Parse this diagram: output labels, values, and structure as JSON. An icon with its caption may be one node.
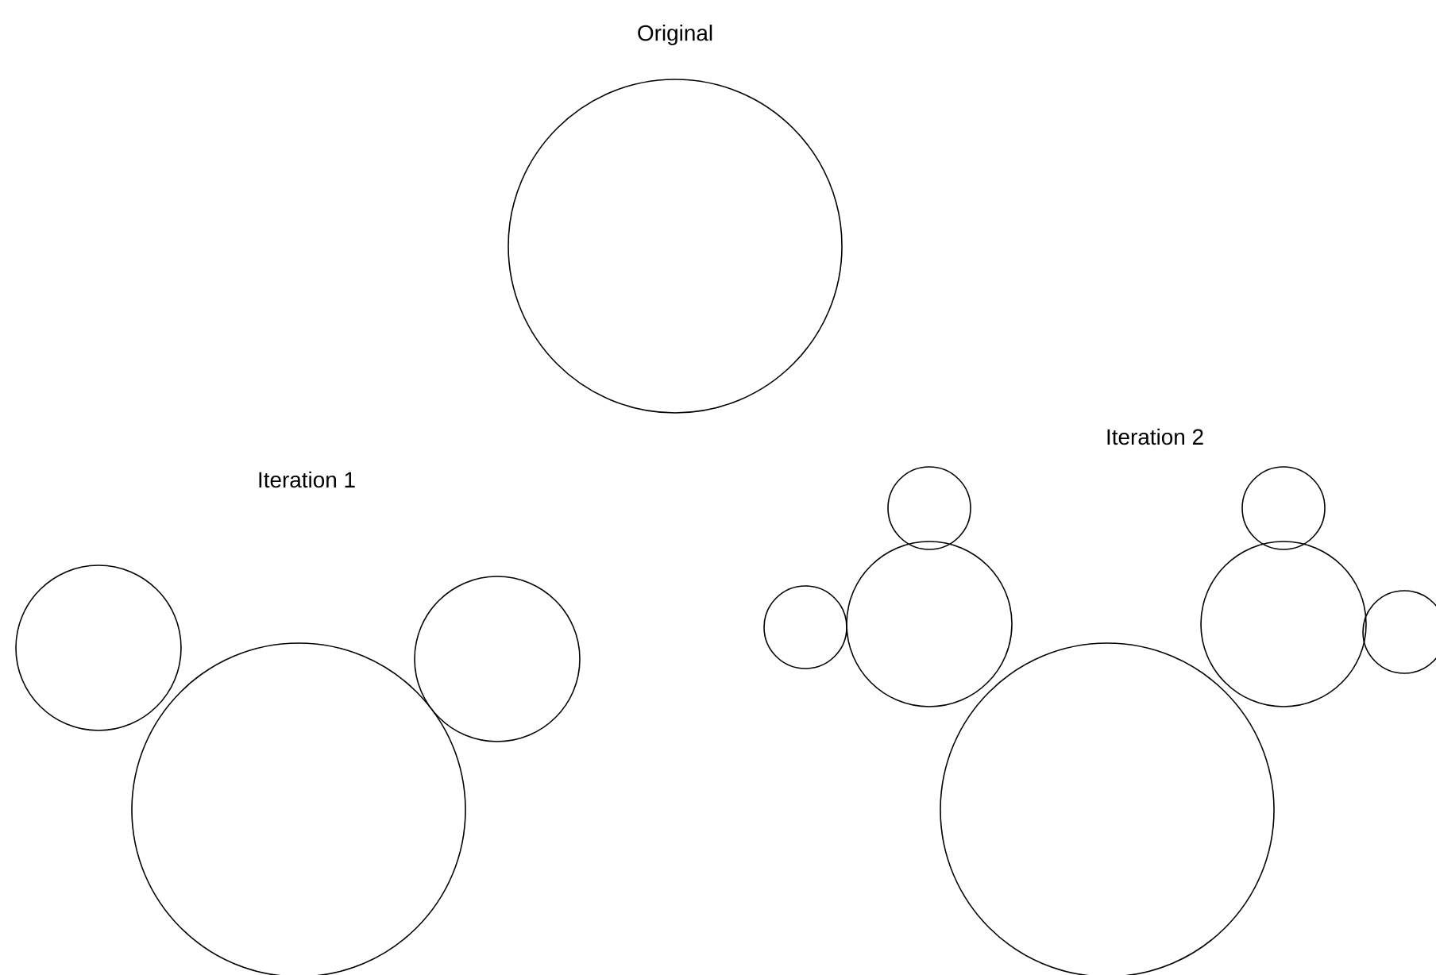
{
  "diagram": {
    "labels": [
      "Original",
      "Iteration 1",
      "Iteration 2"
    ]
  }
}
